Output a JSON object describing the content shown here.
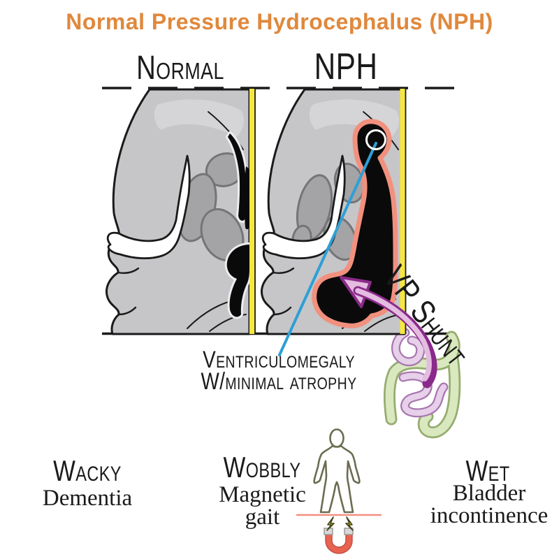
{
  "title": "Normal Pressure Hydrocephalus (NPH)",
  "panels": {
    "left_label": "Normal",
    "right_label": "NPH"
  },
  "annotations": {
    "ventriculomegaly_line1": "Ventriculomegaly",
    "ventriculomegaly_line2": "W/minimal atrophy",
    "vp_shunt": "VP Shunt"
  },
  "symptoms": [
    {
      "keyword": "Wacky",
      "lines": [
        "Dementia"
      ]
    },
    {
      "keyword": "Wobbly",
      "lines": [
        "Magnetic",
        "gait"
      ]
    },
    {
      "keyword": "Wet",
      "lines": [
        "Bladder",
        "incontinence"
      ]
    }
  ],
  "icons": [
    "person-icon",
    "magnet-icon",
    "lightning-icon",
    "brain-coronal-normal",
    "brain-coronal-nph",
    "intestines-icon",
    "vp-shunt-catheter",
    "callout-line"
  ],
  "colors": {
    "title_orange": "#E0883C",
    "ink": "#1A1A1A",
    "cortex_gray": "#C6C6C8",
    "cortex_highlight": "#D5D5D7",
    "nuclei_gray": "#A4A4A6",
    "nuclei_outline": "#757577",
    "ventricle_black": "#0A0A0A",
    "periventricular_rim": "#EDEDEF",
    "ventricle_rim_salmon": "#F2907E",
    "midline_yellow": "#F6E73F",
    "callout_blue": "#2E9FD6",
    "shunt_purple": "#8B2A8B",
    "shunt_inner_pink": "#E4BCE0",
    "colon_green_outline": "#95AC6F",
    "colon_green_fill": "#D9E8BE",
    "bowel_pink_outline": "#A877B0",
    "bowel_pink_fill": "#E7D0E9",
    "figure_olive": "#6C6C52",
    "floor_salmon": "#F09080",
    "magnet_red": "#E86350",
    "magnet_tip_gray": "#D8D8D8",
    "bolt_yellow": "#E8E33B"
  }
}
